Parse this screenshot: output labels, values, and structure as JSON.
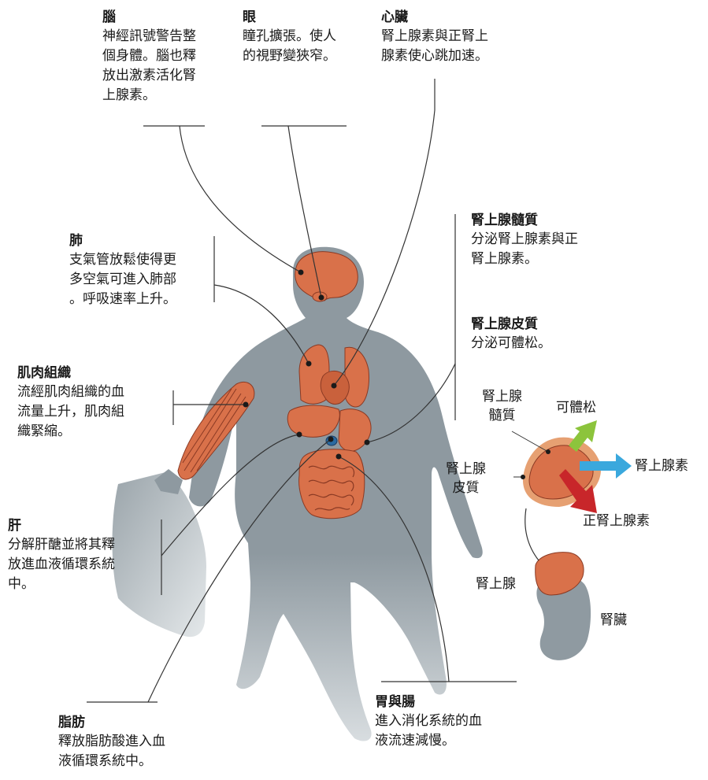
{
  "colors": {
    "organ": "#d9714a",
    "organ_stroke": "#8a3a24",
    "body": "#8f9aa1",
    "line": "#333333",
    "arrow_green": "#8cc43c",
    "arrow_blue": "#3aa8dd",
    "arrow_red": "#c8262a"
  },
  "callouts": {
    "brain": {
      "title": "腦",
      "desc": [
        "神經訊號警告整",
        "個身體。腦也釋",
        "放出激素活化腎",
        "上腺素。"
      ]
    },
    "eye": {
      "title": "眼",
      "desc": [
        "瞳孔擴張。使人",
        "的視野變狹窄。"
      ]
    },
    "heart": {
      "title": "心臟",
      "desc": [
        "腎上腺素與正腎上",
        "腺素使心跳加速。"
      ]
    },
    "lung": {
      "title": "肺",
      "desc": [
        "支氣管放鬆使得更",
        "多空氣可進入肺部",
        "。呼吸速率上升。"
      ]
    },
    "medulla": {
      "title": "腎上腺髓質",
      "desc": [
        "分泌腎上腺素與正",
        "腎上腺素。"
      ]
    },
    "cortex": {
      "title": "腎上腺皮質",
      "desc": [
        "分泌可體松。"
      ]
    },
    "muscle": {
      "title": "肌肉組織",
      "desc": [
        "流經肌肉組織的血",
        "流量上升，肌肉組",
        "織緊縮。"
      ]
    },
    "liver": {
      "title": "肝",
      "desc": [
        "分解肝醣並將其釋",
        "放進血液循環系統",
        "中。"
      ]
    },
    "fat": {
      "title": "脂肪",
      "desc": [
        "釋放脂肪酸進入血",
        "液循環系統中。"
      ]
    },
    "gut": {
      "title": "胃與腸",
      "desc": [
        "進入消化系統的血",
        "液流速減慢。"
      ]
    }
  },
  "inset": {
    "medulla_label": [
      "腎上腺",
      "髓質"
    ],
    "cortex_label": [
      "腎上腺",
      "皮質"
    ],
    "out_cortisol": "可體松",
    "out_epinephrine": "腎上腺素",
    "out_norepinephrine": "正腎上腺素",
    "adrenal_gland": "腎上腺",
    "kidney": "腎臟"
  }
}
